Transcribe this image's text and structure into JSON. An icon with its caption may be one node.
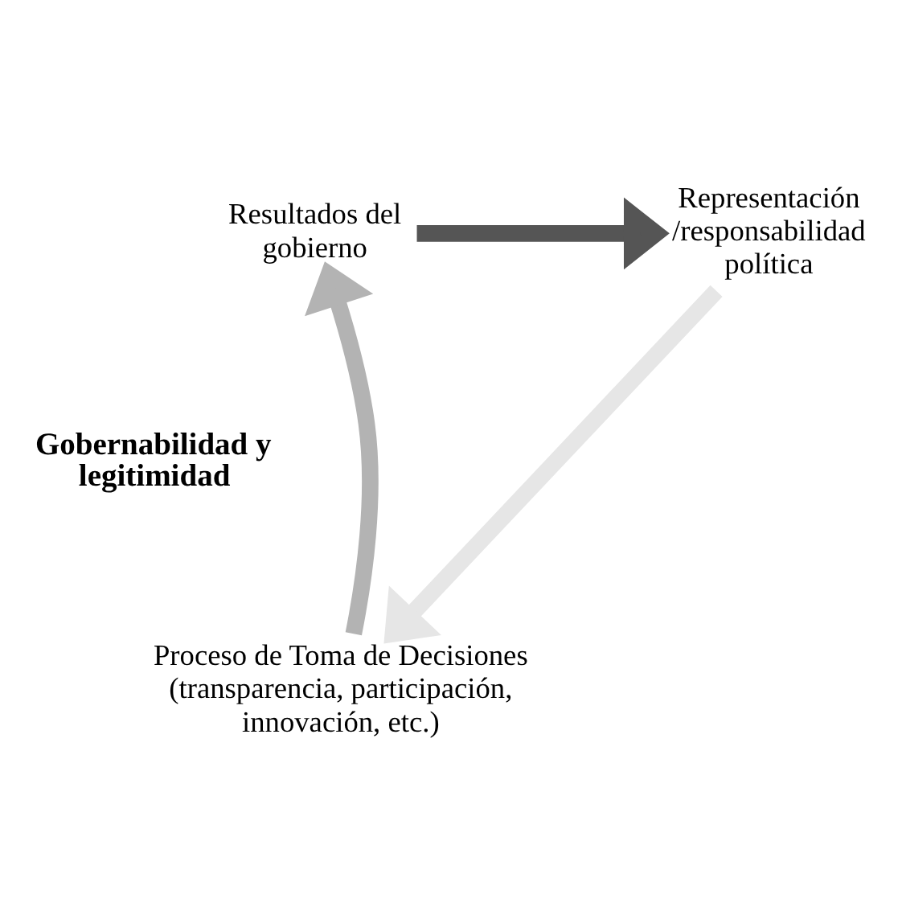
{
  "diagram": {
    "nodes": [
      {
        "text": [
          "Resultados del gobierno"
        ]
      },
      {
        "text": [
          "Representación /responsabilidad política"
        ]
      },
      {
        "text": [
          "Proceso de Toma de Decisiones (transparencia, participación, innovación, etc.)"
        ]
      }
    ],
    "edges": [
      {
        "from": 0,
        "to": 1,
        "arrow": "to",
        "color": "#555555"
      },
      {
        "from": 1,
        "to": 2,
        "arrow": "to",
        "color": "#e6e6e6"
      },
      {
        "from": 2,
        "to": 0,
        "arrow": "to",
        "color": "#b3b3b3"
      }
    ],
    "labels": [
      "Gobernabilidad y legitimidad"
    ]
  }
}
